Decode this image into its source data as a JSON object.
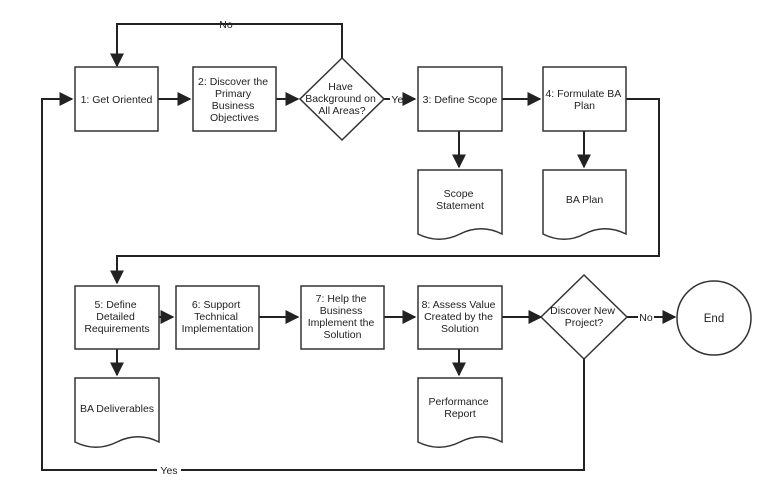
{
  "nodes": {
    "get_oriented": [
      "1: Get Oriented"
    ],
    "discover_objectives": [
      "2: Discover the",
      "Primary",
      "Business",
      "Objectives"
    ],
    "have_background": [
      "Have",
      "Background on",
      "All Areas?"
    ],
    "define_scope": [
      "3: Define Scope"
    ],
    "formulate_plan": [
      "4: Formulate BA",
      "Plan"
    ],
    "scope_statement": [
      "Scope",
      "Statement"
    ],
    "ba_plan": [
      "BA Plan"
    ],
    "define_requirements": [
      "5: Define",
      "Detailed",
      "Requirements"
    ],
    "support_technical": [
      "6: Support",
      "Technical",
      "Implementation"
    ],
    "help_business": [
      "7: Help the",
      "Business",
      "Implement the",
      "Solution"
    ],
    "assess_value": [
      "8: Assess Value",
      "Created by the",
      "Solution"
    ],
    "discover_new_project": [
      "Discover New",
      "Project?"
    ],
    "end": [
      "End"
    ],
    "ba_deliverables": [
      "BA Deliverables"
    ],
    "performance_report": [
      "Performance",
      "Report"
    ]
  },
  "edge_labels": {
    "no_top": "No",
    "yes_scope": "Yes",
    "no_end": "No",
    "yes_bottom": "Yes"
  }
}
